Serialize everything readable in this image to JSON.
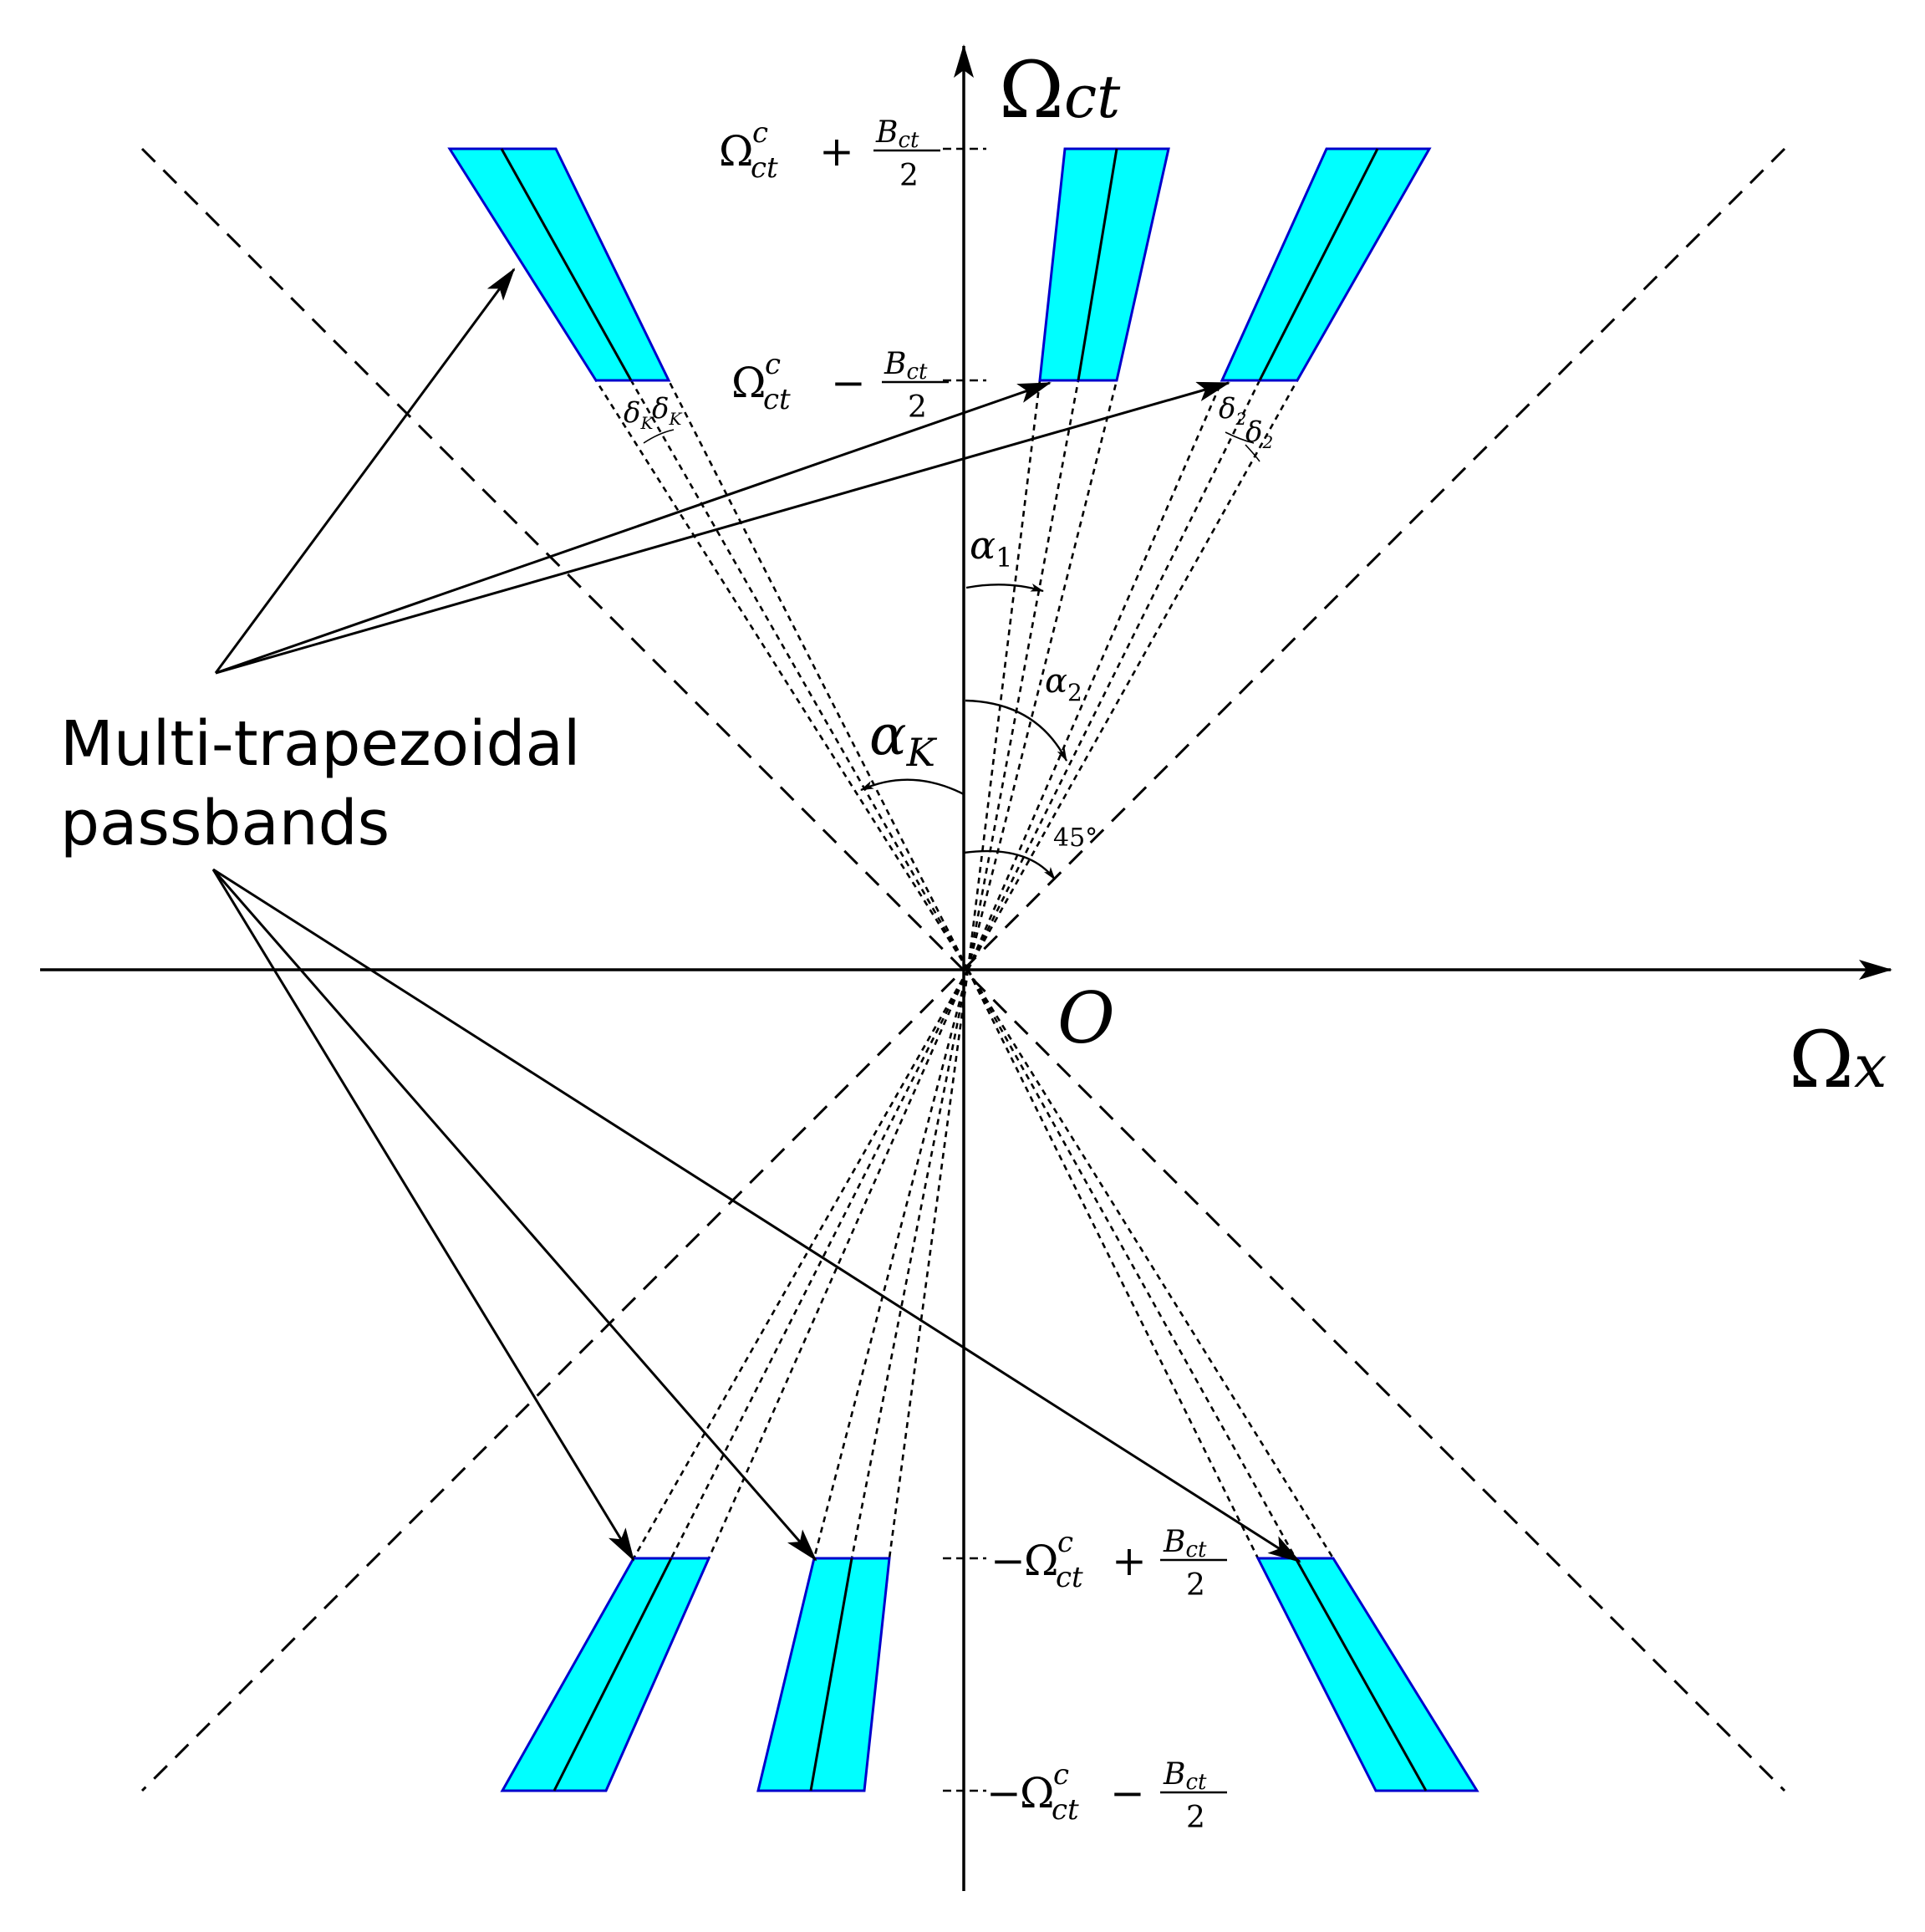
{
  "axes": {
    "vertical_symbol": "Ω",
    "vertical_subscript": "ct",
    "horizontal_symbol": "Ω",
    "horizontal_subscript": "x",
    "origin": "O"
  },
  "tick_labels": {
    "top_upper": {
      "sign": "",
      "omega": "Ω",
      "sup": "c",
      "sub": "ct",
      "op": "+",
      "frac_num": "B",
      "frac_num_sub": "ct",
      "frac_den": "2"
    },
    "top_lower": {
      "sign": "",
      "omega": "Ω",
      "sup": "c",
      "sub": "ct",
      "op": "−",
      "frac_num": "B",
      "frac_num_sub": "ct",
      "frac_den": "2"
    },
    "bottom_upper": {
      "sign": "−",
      "omega": "Ω",
      "sup": "c",
      "sub": "ct",
      "op": "+",
      "frac_num": "B",
      "frac_num_sub": "ct",
      "frac_den": "2"
    },
    "bottom_lower": {
      "sign": "−",
      "omega": "Ω",
      "sup": "c",
      "sub": "ct",
      "op": "−",
      "frac_num": "B",
      "frac_num_sub": "ct",
      "frac_den": "2"
    }
  },
  "angles": {
    "alpha1": {
      "symbol": "α",
      "sub": "1"
    },
    "alpha2": {
      "symbol": "α",
      "sub": "2"
    },
    "alphaK": {
      "symbol": "α",
      "sub": "K"
    },
    "deg45": "45°",
    "delta_K": {
      "symbol": "δ",
      "sub": "K"
    },
    "delta_2": {
      "symbol": "δ",
      "sub": "2"
    }
  },
  "annotation": {
    "line1": "Multi-trapezoidal",
    "line2": "passbands"
  },
  "colors": {
    "passband_fill": "#00ffff",
    "passband_edge": "#0000cc",
    "line": "#000000",
    "background": "#ffffff"
  }
}
